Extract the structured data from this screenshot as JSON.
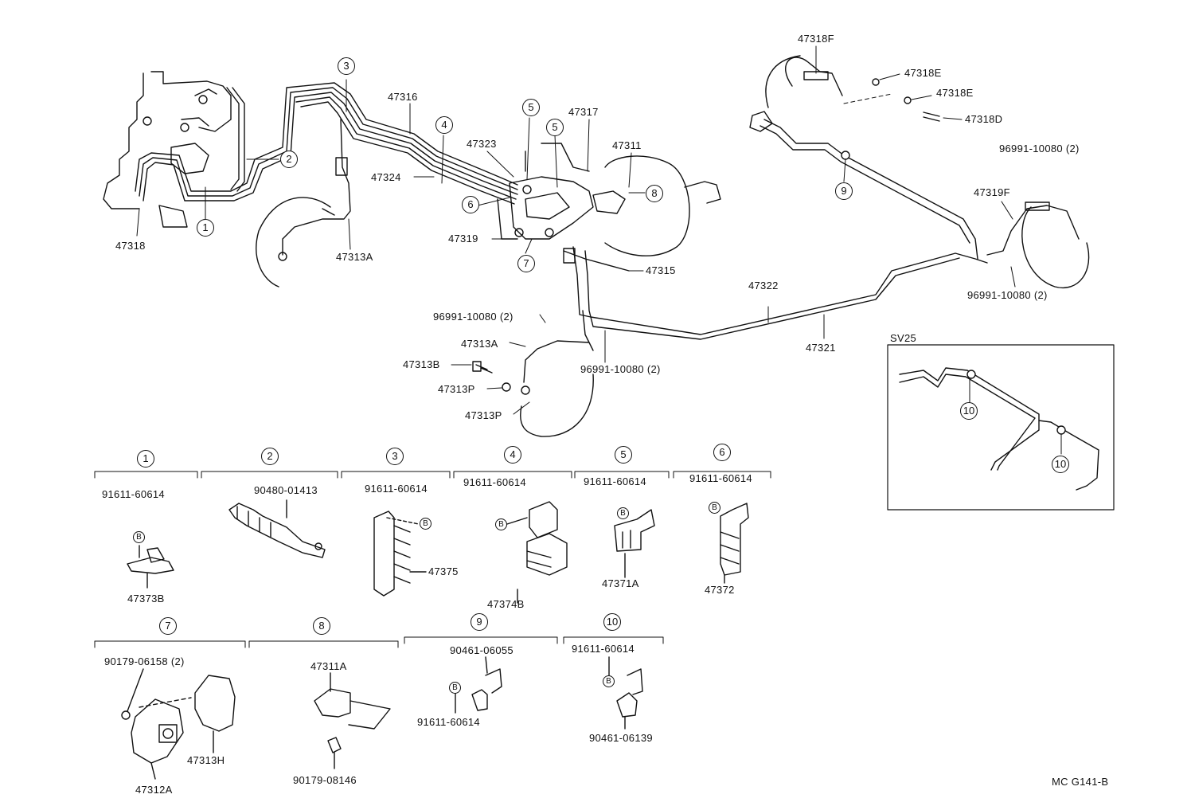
{
  "footer_code": "MC G141-B",
  "inset_title": "SV25",
  "clamp_marker": "B",
  "main_labels": {
    "p47318": "47318",
    "p47313A_upper": "47313A",
    "p47316": "47316",
    "p47324": "47324",
    "p47323": "47323",
    "p47317": "47317",
    "p47311": "47311",
    "p47319": "47319",
    "p47315": "47315",
    "p47322": "47322",
    "p47321": "47321",
    "p47318F": "47318F",
    "p47318E_a": "47318E",
    "p47318E_b": "47318E",
    "p47318D": "47318D",
    "p96991_top_right": "96991-10080 (2)",
    "p47319F": "47319F",
    "p96991_bottom_right": "96991-10080 (2)",
    "p96991_lower_left": "96991-10080 (2)",
    "p47313A_lower": "47313A",
    "p47313B": "47313B",
    "p47313P_a": "47313P",
    "p47313P_b": "47313P",
    "p96991_lower_mid": "96991-10080 (2)"
  },
  "callouts": {
    "c1": "1",
    "c2": "2",
    "c3": "3",
    "c4": "4",
    "c5a": "5",
    "c5b": "5",
    "c6": "6",
    "c7": "7",
    "c8": "8",
    "c9": "9",
    "c10a": "10",
    "c10b": "10"
  },
  "detail_sections": [
    {
      "id": "1",
      "top": "91611-60614",
      "bottom": "47373B"
    },
    {
      "id": "2",
      "top": "90480-01413"
    },
    {
      "id": "3",
      "top": "91611-60614",
      "side": "47375"
    },
    {
      "id": "4",
      "top": "91611-60614",
      "bottom": "47374B"
    },
    {
      "id": "5",
      "top": "91611-60614",
      "bottom": "47371A"
    },
    {
      "id": "6",
      "top": "91611-60614",
      "bottom": "47372"
    },
    {
      "id": "7",
      "top": "90179-06158 (2)",
      "mid": "47313H",
      "bottom": "47312A"
    },
    {
      "id": "8",
      "top": "47311A",
      "bottom": "90179-08146"
    },
    {
      "id": "9",
      "top": "90461-06055",
      "bottom": "91611-60614"
    },
    {
      "id": "10",
      "top": "91611-60614",
      "bottom": "90461-06139"
    }
  ]
}
